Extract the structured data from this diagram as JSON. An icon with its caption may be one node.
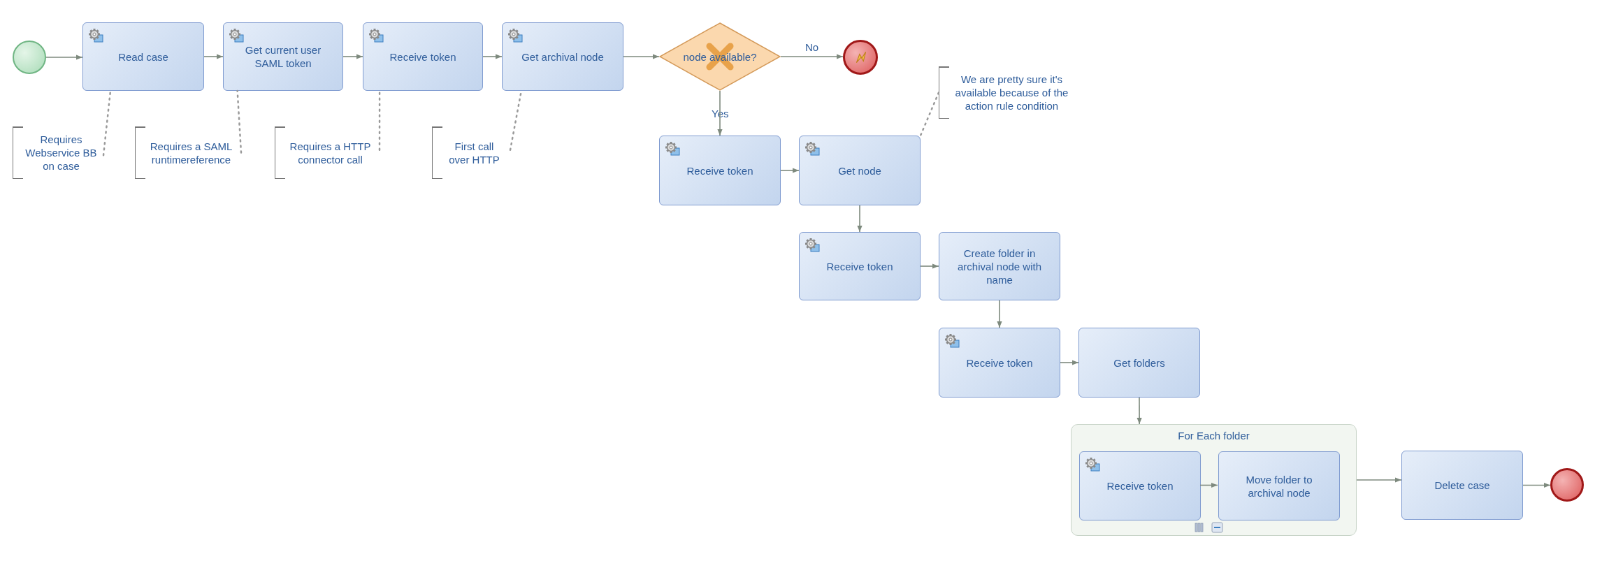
{
  "diagram": {
    "nodes": [
      {
        "text": [],
        "shape": "circle"
      },
      {
        "text": [
          "Read case"
        ]
      },
      {
        "text": [
          "Get current user SAML token"
        ]
      },
      {
        "text": [
          "Receive token"
        ]
      },
      {
        "text": [
          "Get archival node"
        ]
      },
      {
        "text": [
          "node available?"
        ]
      },
      {
        "text": [],
        "shape": "circle"
      },
      {
        "text": [
          "Receive token"
        ]
      },
      {
        "text": [
          "Get node"
        ]
      },
      {
        "text": [
          "Receive token"
        ]
      },
      {
        "text": [
          "Create folder in archival node with name"
        ]
      },
      {
        "text": [
          "Receive token"
        ]
      },
      {
        "text": [
          "Get folders"
        ]
      },
      {
        "text": [
          "For Each folder"
        ]
      },
      {
        "text": [
          "Receive token"
        ],
        "in": 13
      },
      {
        "text": [
          "Move folder to archival node"
        ],
        "in": 13
      },
      {
        "text": [
          "Delete case"
        ]
      },
      {
        "text": [],
        "shape": "circle"
      },
      {
        "text": [
          "Requires Webservice BB on case"
        ]
      },
      {
        "text": [
          "Requires a SAML runtimereference"
        ]
      },
      {
        "text": [
          "Requires a HTTP connector call"
        ]
      },
      {
        "text": [
          "First call over HTTP"
        ]
      },
      {
        "text": [
          "We are pretty sure it's available because of the action rule condition"
        ]
      }
    ],
    "edges": [
      {
        "from": 0,
        "to": 1,
        "arrow": "to"
      },
      {
        "from": 1,
        "to": 2,
        "arrow": "to"
      },
      {
        "from": 2,
        "to": 3,
        "arrow": "to"
      },
      {
        "from": 3,
        "to": 4,
        "arrow": "to"
      },
      {
        "from": 4,
        "to": 5,
        "arrow": "to"
      },
      {
        "from": 5,
        "to": 6,
        "arrow": "to",
        "label": "No"
      },
      {
        "from": 5,
        "to": 7,
        "arrow": "to",
        "label": "Yes"
      },
      {
        "from": 7,
        "to": 8,
        "arrow": "to"
      },
      {
        "from": 8,
        "to": 9,
        "arrow": "to"
      },
      {
        "from": 9,
        "to": 10,
        "arrow": "to"
      },
      {
        "from": 10,
        "to": 11,
        "arrow": "to"
      },
      {
        "from": 11,
        "to": 12,
        "arrow": "to"
      },
      {
        "from": 12,
        "to": 13,
        "arrow": "to"
      },
      {
        "from": 14,
        "to": 15,
        "arrow": "to"
      },
      {
        "from": 13,
        "to": 16,
        "arrow": "to"
      },
      {
        "from": 16,
        "to": 17,
        "arrow": "to"
      },
      {
        "from": 18,
        "to": 1,
        "arrow": "none",
        "style": "dashed"
      },
      {
        "from": 19,
        "to": 2,
        "arrow": "none",
        "style": "dashed"
      },
      {
        "from": 20,
        "to": 3,
        "arrow": "none",
        "style": "dashed"
      },
      {
        "from": 21,
        "to": 4,
        "arrow": "none",
        "style": "dashed"
      },
      {
        "from": 22,
        "to": 8,
        "arrow": "none",
        "style": "dashed"
      }
    ]
  }
}
